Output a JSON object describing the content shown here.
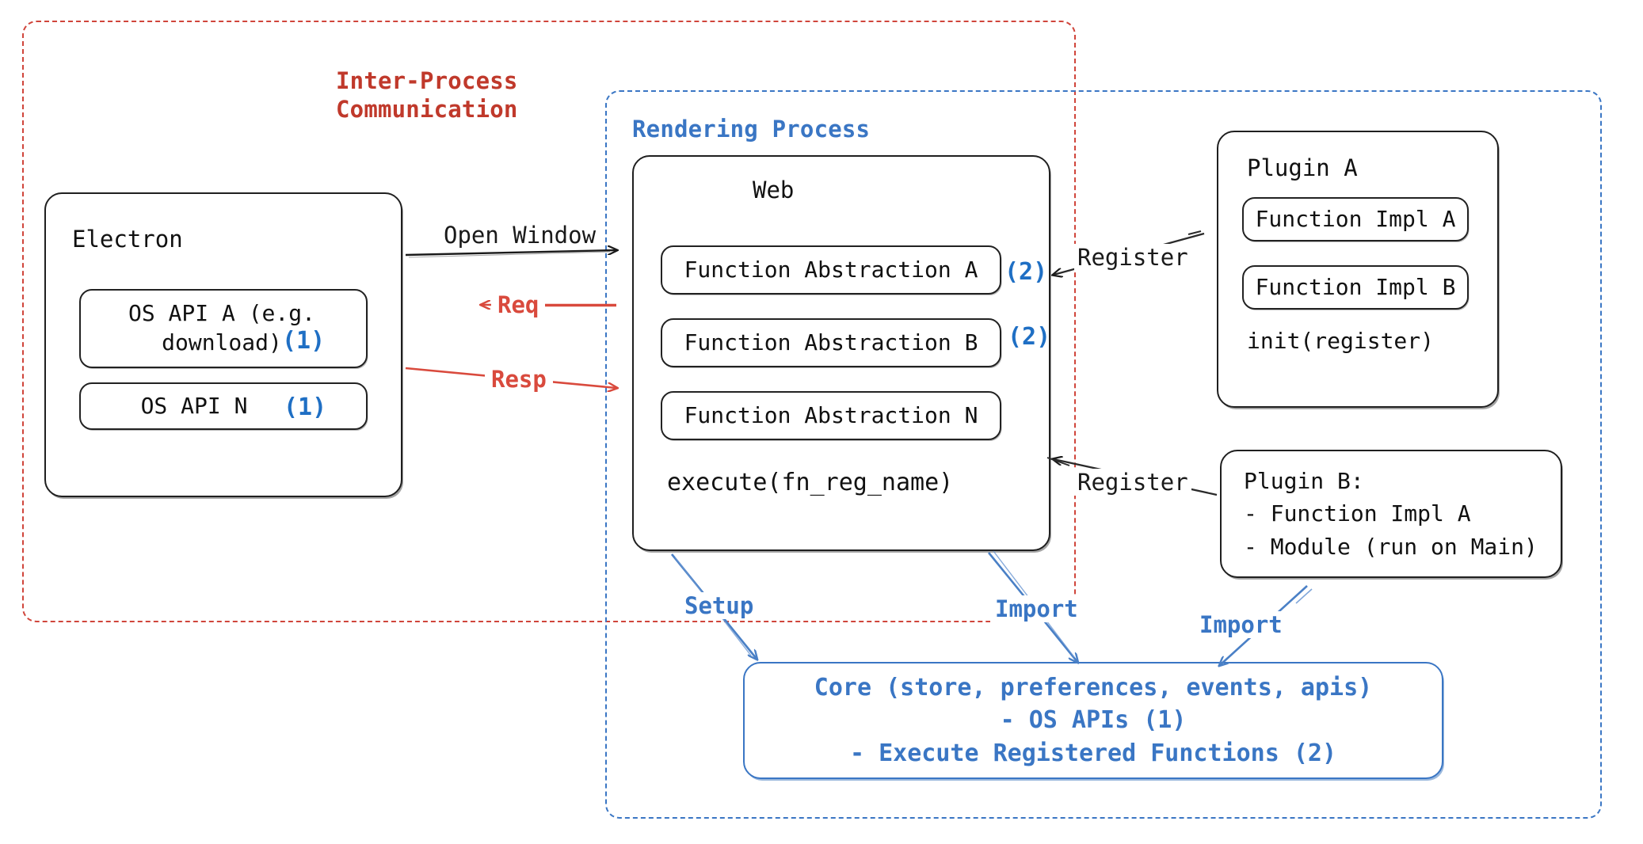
{
  "diagram": {
    "title": "Electron plugin architecture",
    "colors": {
      "red": "#C0392B",
      "blue": "#3A76C4",
      "black": "#111111",
      "marker_blue": "#1F6FC4"
    },
    "groups": [
      {
        "id": "ipc",
        "label": "Inter-Process\nCommunication",
        "style": "dashed-red"
      },
      {
        "id": "rendering",
        "label": "Rendering Process",
        "style": "dashed-blue"
      }
    ],
    "electron": {
      "title": "Electron",
      "items": [
        {
          "label": "OS API A (e.g.\ndownload)",
          "marker": "(1)"
        },
        {
          "label": "OS API N",
          "marker": "(1)"
        }
      ]
    },
    "web": {
      "title": "Web",
      "items": [
        {
          "label": "Function Abstraction A",
          "marker": "(2)"
        },
        {
          "label": "Function Abstraction B",
          "marker": "(2)"
        },
        {
          "label": "Function Abstraction N",
          "marker": ""
        }
      ],
      "footer": "execute(fn_reg_name)"
    },
    "plugin_a": {
      "title": "Plugin A",
      "items": [
        {
          "label": "Function Impl A"
        },
        {
          "label": "Function Impl B"
        }
      ],
      "footer": "init(register)"
    },
    "plugin_b": {
      "text": "Plugin B:\n- Function Impl A\n- Module (run on Main)"
    },
    "core": {
      "lines": [
        "Core (store, preferences, events, apis)",
        "- OS APIs (1)",
        "- Execute Registered Functions (2)"
      ]
    },
    "edges": [
      {
        "id": "open-window",
        "label": "Open Window",
        "color": "black"
      },
      {
        "id": "req",
        "label": "Req",
        "color": "red"
      },
      {
        "id": "resp",
        "label": "Resp",
        "color": "red"
      },
      {
        "id": "register-plugin-a",
        "label": "Register",
        "color": "black"
      },
      {
        "id": "register-plugin-b",
        "label": "Register",
        "color": "black"
      },
      {
        "id": "setup-core",
        "label": "Setup",
        "color": "blue"
      },
      {
        "id": "import-web-core",
        "label": "Import",
        "color": "blue"
      },
      {
        "id": "import-plugin-core",
        "label": "Import",
        "color": "blue"
      }
    ]
  }
}
